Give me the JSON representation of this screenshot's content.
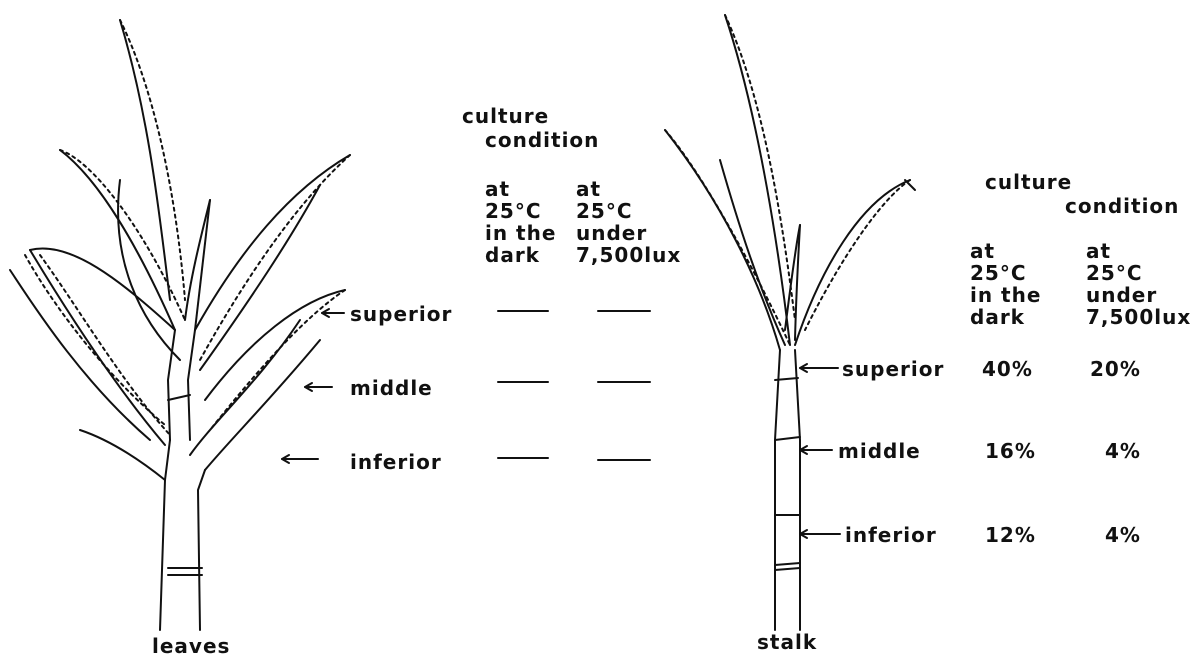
{
  "left_panel": {
    "caption": "leaves",
    "culture_label_1": "culture",
    "culture_label_2": "condition",
    "col_dark": [
      "at",
      "25°C",
      "in the",
      "dark"
    ],
    "col_light": [
      "at",
      "25°C",
      "under",
      "7,500lux"
    ],
    "rows": [
      {
        "label": "superior",
        "dark": "—",
        "light": "—"
      },
      {
        "label": "middle",
        "dark": "—",
        "light": "—"
      },
      {
        "label": "inferior",
        "dark": "—",
        "light": "—"
      }
    ]
  },
  "right_panel": {
    "caption": "stalk",
    "culture_label_1": "culture",
    "culture_label_2": "condition",
    "col_dark": [
      "at",
      "25°C",
      "in the",
      "dark"
    ],
    "col_light": [
      "at",
      "25°C",
      "under",
      "7,500lux"
    ],
    "rows": [
      {
        "label": "superior",
        "dark": "40%",
        "light": "20%"
      },
      {
        "label": "middle",
        "dark": "16%",
        "light": "4%"
      },
      {
        "label": "inferior",
        "dark": "12%",
        "light": "4%"
      }
    ]
  }
}
